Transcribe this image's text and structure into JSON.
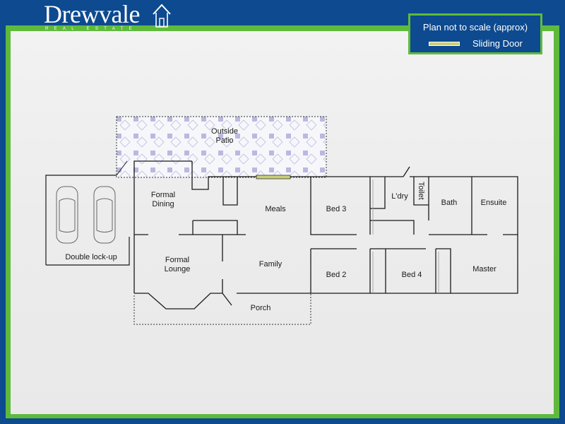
{
  "brand": {
    "name": "Drewvale",
    "tagline": "REAL ESTATE"
  },
  "legend": {
    "title": "Plan not to scale (approx)",
    "sliding_door_label": "Sliding Door",
    "sliding_door_color": "#c9cf7a"
  },
  "colors": {
    "frame_blue": "#0d4a8f",
    "frame_green": "#5fba3c",
    "wall": "#1a1a1a",
    "patio_tile": "#b9b9e0"
  },
  "rooms": {
    "outside_patio_line1": "Outside",
    "outside_patio_line2": "Patio",
    "formal_dining_line1": "Formal",
    "formal_dining_line2": "Dining",
    "meals": "Meals",
    "bed3": "Bed 3",
    "laundry": "L'dry",
    "toilet": "Toilet",
    "bath": "Bath",
    "ensuite": "Ensuite",
    "double_lockup": "Double lock-up",
    "formal_lounge_line1": "Formal",
    "formal_lounge_line2": "Lounge",
    "family": "Family",
    "bed2": "Bed 2",
    "bed4": "Bed 4",
    "master": "Master",
    "porch": "Porch"
  },
  "icons": {
    "logo": "house-outline-icon",
    "garage_cars": "car-topview-icon"
  }
}
